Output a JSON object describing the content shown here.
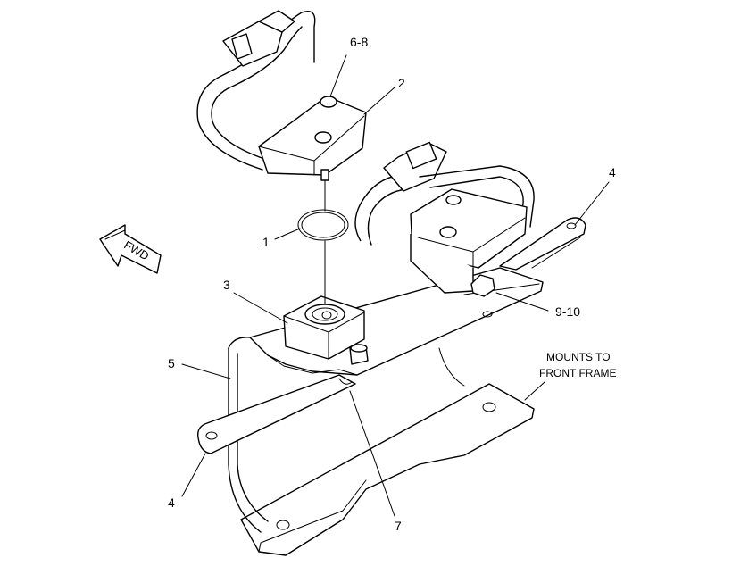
{
  "callouts": {
    "c1": "1",
    "c2": "2",
    "c3": "3",
    "c4a": "4",
    "c4b": "4",
    "c5": "5",
    "c6_8": "6-8",
    "c7": "7",
    "c9_10": "9-10"
  },
  "notes": {
    "mounts_line1": "MOUNTS TO",
    "mounts_line2": "FRONT FRAME"
  },
  "fwd_label": "FWD"
}
